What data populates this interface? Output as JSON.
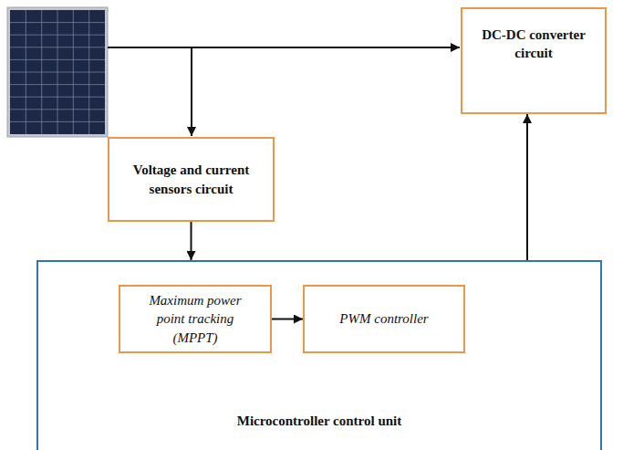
{
  "diagram": {
    "nodes": [
      {
        "text": [
          "DC-DC converter circuit"
        ]
      },
      {
        "text": [
          "Voltage and current sensors circuit"
        ]
      },
      {
        "text": [
          "Microcontroller control unit"
        ]
      },
      {
        "text": [
          "Maximum power point tracking (MPPT)"
        ],
        "in": 2
      },
      {
        "text": [
          "PWM controller"
        ],
        "in": 2
      }
    ],
    "edges": [
      {
        "from": 1,
        "to": 2,
        "arrow": "to"
      },
      {
        "from": 3,
        "to": 4,
        "arrow": "to"
      },
      {
        "from": 2,
        "to": 0,
        "arrow": "to"
      }
    ]
  }
}
